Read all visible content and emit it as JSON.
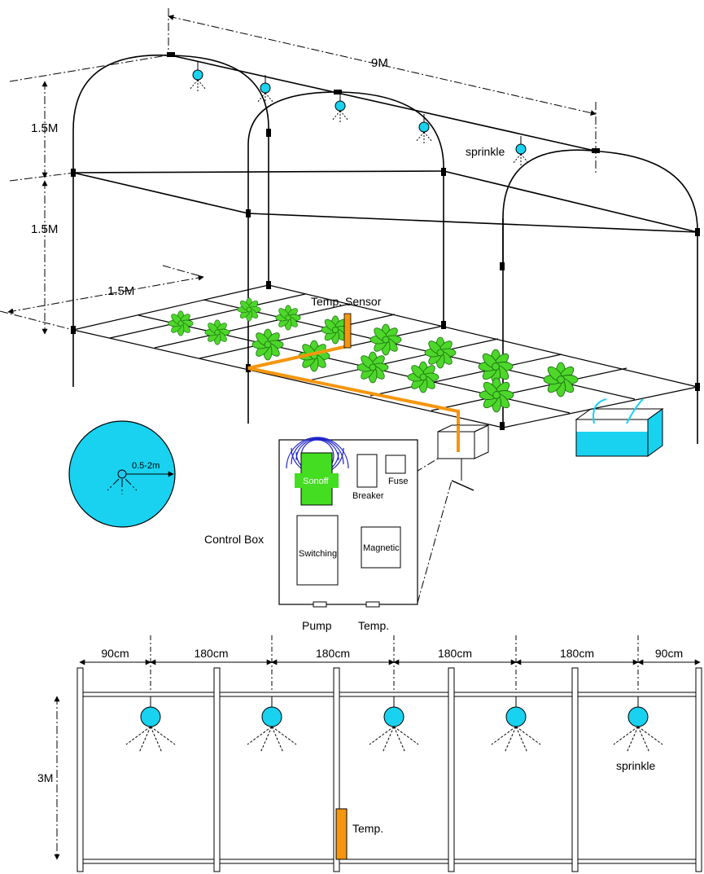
{
  "dimensions": {
    "length": "9M",
    "height_upper": "1.5M",
    "height_lower": "1.5M",
    "width": "1.5M"
  },
  "labels": {
    "sprinkle_top": "sprinkle",
    "temp_sensor": "Temp. Sensor",
    "spray_radius": "0.5-2m",
    "control_box": "Control Box"
  },
  "control_box": {
    "sonoff": "Sonoff",
    "breaker": "Breaker",
    "fuse": "Fuse",
    "switching": "Switching",
    "magnetic": "Magnetic",
    "pump": "Pump",
    "temp": "Temp."
  },
  "side_view": {
    "spacings": [
      "90cm",
      "180cm",
      "180cm",
      "180cm",
      "180cm",
      "90cm"
    ],
    "height": "3M",
    "sprinkle": "sprinkle",
    "temp": "Temp."
  },
  "colors": {
    "sprinkler": "#1ec8ef",
    "plant": "#4dd72a",
    "sensor": "#f5960f",
    "sonoff": "#44dd22",
    "water": "#18d2f0",
    "wifi": "#1d22c8"
  }
}
